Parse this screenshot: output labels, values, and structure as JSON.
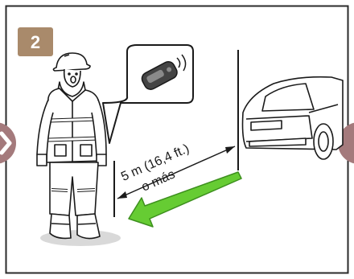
{
  "step": {
    "number": "2"
  },
  "distance": {
    "line1": "5 m (16,4 ft.)",
    "line2": "o más"
  },
  "colors": {
    "step_badge": "#a98a6b",
    "nav_button": "#a47a7c",
    "arrow_fill": "#66cc33",
    "arrow_outline": "#3d8f1e",
    "floor_shadow": "#d9d9d9",
    "ink": "#1a1a1a"
  },
  "icons": {
    "person": "firefighter-figure",
    "keyfob": "smart-key-fob",
    "vehicle": "car-front",
    "prev": "previous-arrow-icon",
    "next": "next-arrow-icon"
  }
}
